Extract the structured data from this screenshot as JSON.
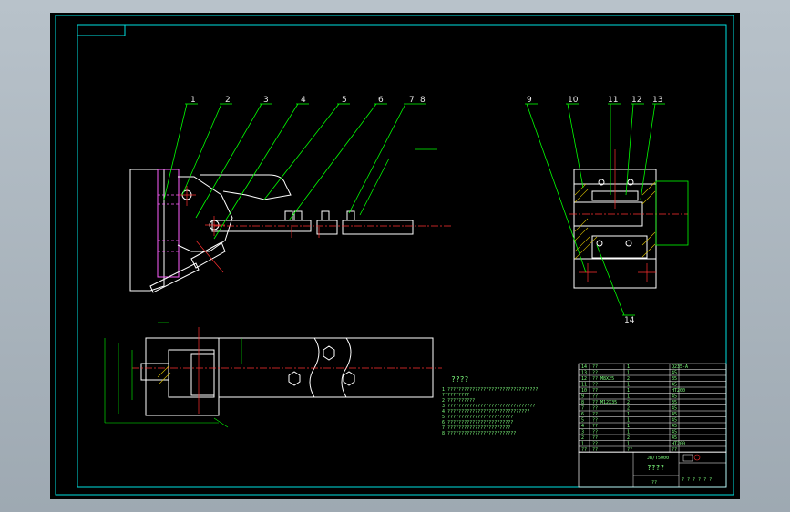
{
  "drawing": {
    "balloons": [
      "1",
      "2",
      "3",
      "4",
      "5",
      "6",
      "7",
      "8",
      "9",
      "10",
      "11",
      "12",
      "13",
      "14"
    ],
    "title_block_name": "????",
    "title_block_sub": "??",
    "drawing_number": "JB/T5000",
    "tech_req_title": "????",
    "tech_req_lines": [
      "1.?????????????????????????????????",
      "  ??????????",
      "2.??????????",
      "3.????????????????????????????????",
      "4.??????????????????????????????",
      "5.????????????????????????",
      "6.????????????????????????",
      "7.???????????????????????",
      "8.?????????????????????????"
    ],
    "bom_rows": [
      [
        "14",
        "??",
        "1",
        "Q235-A"
      ],
      [
        "13",
        "??",
        "1",
        "45"
      ],
      [
        "12",
        "?? M8X25",
        "2",
        "35"
      ],
      [
        "11",
        "??",
        "1",
        "45"
      ],
      [
        "10",
        "??",
        "1",
        "HT200"
      ],
      [
        "9",
        "??",
        "1",
        "45"
      ],
      [
        "8",
        "?? M12X35",
        "2",
        "35"
      ],
      [
        "7",
        "??",
        "2",
        "45"
      ],
      [
        "6",
        "??",
        "1",
        "45"
      ],
      [
        "5",
        "??",
        "1",
        "45"
      ],
      [
        "4",
        "??",
        "1",
        "45"
      ],
      [
        "3",
        "??",
        "1",
        "45"
      ],
      [
        "2",
        "??",
        "2",
        "45"
      ],
      [
        "1",
        "??",
        "1",
        "HT200"
      ]
    ],
    "bom_header": [
      "??",
      "??",
      "??",
      "??"
    ],
    "sig_row": "? ? ? ? ? ?"
  },
  "colors": {
    "frame": "#00ffff",
    "outline": "#ffffff",
    "leader": "#00ff00",
    "center": "#ff3030",
    "hidden": "#ff00ff",
    "hatch": "#ffff00"
  }
}
